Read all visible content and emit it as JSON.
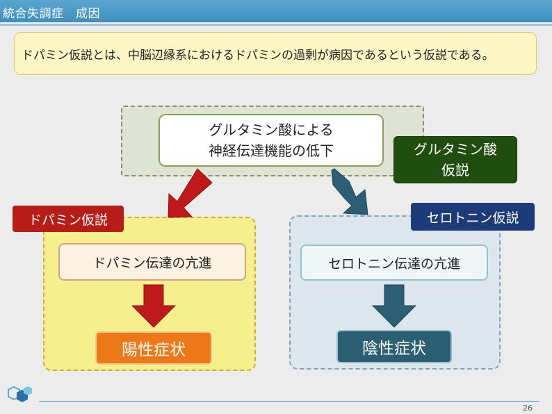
{
  "slide": {
    "title": "統合失調症　成因",
    "page_number": "26"
  },
  "definition": "ドパミン仮説とは、中脳辺縁系におけるドパミンの過剰が病因であるという仮説である。",
  "glutamate": {
    "cause_line1": "グルタミン酸による",
    "cause_line2": "神経伝達機能の低下",
    "label_line1": "グルタミン酸",
    "label_line2": "仮説"
  },
  "dopamine": {
    "label": "ドパミン仮説",
    "mechanism": "ドパミン伝達の亢進",
    "symptom": "陽性症状"
  },
  "serotonin": {
    "label": "セロトニン仮説",
    "mechanism": "セロトニン伝達の亢進",
    "symptom": "陰性症状"
  },
  "colors": {
    "title_bar": "#4a9ccb",
    "dopamine_arrow": "#c0191c",
    "serotonin_arrow": "#2c5f74",
    "positive_symptom": "#ec7818",
    "negative_symptom": "#2a5e72",
    "glutamate_label": "#1f4e0f",
    "serotonin_label": "#1d3b78",
    "dopamine_label": "#b71c16"
  },
  "icons": {
    "logo": "hexagon-logo-icon"
  }
}
